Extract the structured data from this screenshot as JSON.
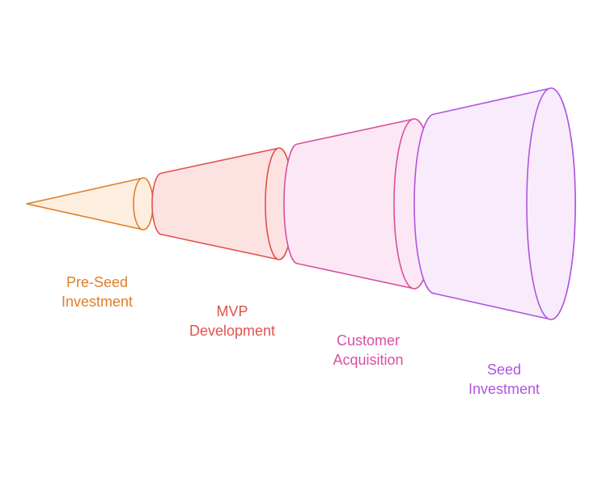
{
  "stages": [
    {
      "line1": "Pre-Seed",
      "line2": "Investment",
      "color": "#e07f2a",
      "fill": "#fdeee0"
    },
    {
      "line1": "MVP",
      "line2": "Development",
      "color": "#e0524e",
      "fill": "#fde2e2"
    },
    {
      "line1": "Customer",
      "line2": "Acquisition",
      "color": "#d94fa0",
      "fill": "#fce8f4"
    },
    {
      "line1": "Seed",
      "line2": "Investment",
      "color": "#b054e0",
      "fill": "#f8ecfc"
    }
  ]
}
